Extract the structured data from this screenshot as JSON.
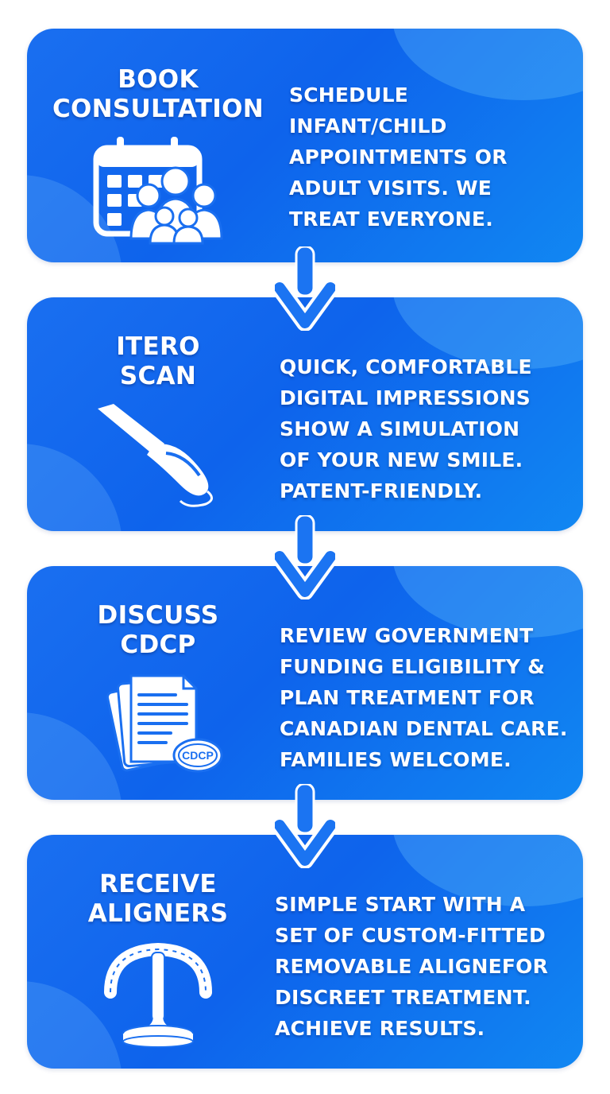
{
  "colors": {
    "card_blue": "#1a6ff0",
    "card_blue_light": "#1187f2",
    "arrow_blue": "#1b74f2",
    "text": "#ffffff"
  },
  "steps": [
    {
      "title_lines": [
        "BOOK",
        "CONSULTATION"
      ],
      "icon": "calendar-family-icon",
      "description_lines": [
        "SCHEDULE",
        "INFANT/CHILD",
        "APPOINTMENTS OR",
        "ADULT VISITS. WE",
        "TREAT EVERYONE."
      ]
    },
    {
      "title_lines": [
        "ITERO",
        "SCAN"
      ],
      "icon": "intraoral-scanner-icon",
      "description_lines": [
        "QUICK, COMFORTABLE",
        "DIGITAL IMPRESSIONS",
        "SHOW A SIMULATION",
        "OF YOUR NEW SMILE.",
        "PATENT-FRIENDLY."
      ]
    },
    {
      "title_lines": [
        "DISCUSS",
        "CDCP"
      ],
      "icon": "cdcp-documents-icon",
      "stamp_label": "CDCP",
      "description_lines": [
        "REVIEW GOVERNMENT",
        "FUNDING ELIGIBILITY &",
        "PLAN TREATMENT FOR",
        "CANADIAN DENTAL CARE.",
        "FAMILIES WELCOME."
      ]
    },
    {
      "title_lines": [
        "RECEIVE",
        "ALIGNERS"
      ],
      "icon": "aligner-tray-icon",
      "description_lines": [
        "SIMPLE START WITH A",
        "SET OF CUSTOM-FITTED",
        "REMOVABLE ALIGNEFOR",
        "DISCREET TREATMENT.",
        "ACHIEVE RESULTS."
      ]
    }
  ],
  "arrows": [
    "down-arrow-icon",
    "down-arrow-icon",
    "down-arrow-icon"
  ]
}
